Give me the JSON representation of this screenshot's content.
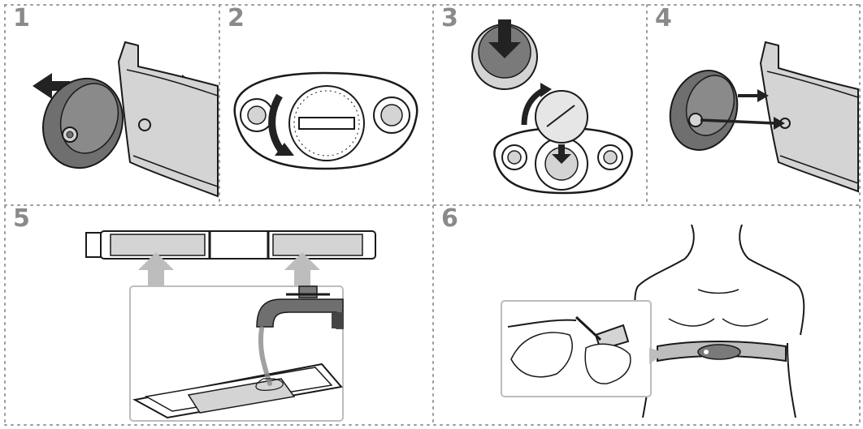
{
  "steps": [
    {
      "number": "1"
    },
    {
      "number": "2"
    },
    {
      "number": "3"
    },
    {
      "number": "4"
    },
    {
      "number": "5"
    },
    {
      "number": "6"
    }
  ],
  "colors": {
    "step_number": "#8a8a8a",
    "outline": "#1a1a1a",
    "sensor_dark": "#6f6f6f",
    "strap_fill": "#d4d4d4",
    "arrow_dark": "#222222",
    "arrow_light": "#bdbdbd",
    "divider": "#9a9a9a"
  },
  "icons": [
    "sensor-pod-icon",
    "chest-strap-icon",
    "battery-cover-icon",
    "coin-battery-icon",
    "water-tap-icon",
    "torso-icon",
    "arrow-icon"
  ]
}
